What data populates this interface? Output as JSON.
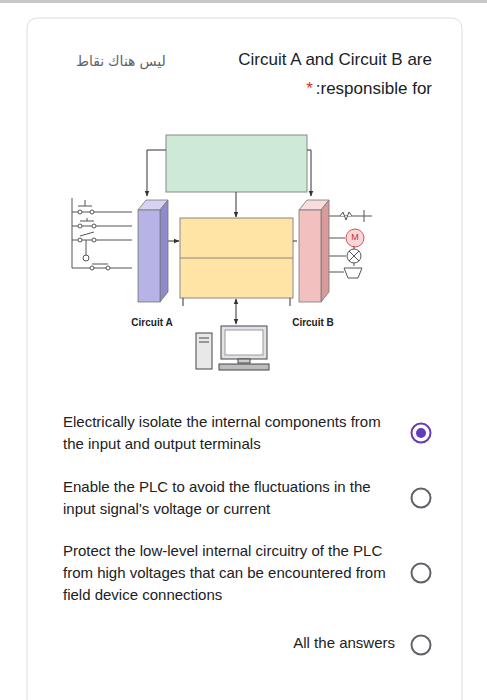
{
  "diagram": {
    "nodes": [
      {
        "text": [
          "Circuit A"
        ]
      },
      {
        "text": [
          "Circuit B"
        ]
      }
    ],
    "labels": [
      "ليس هناك نقاط",
      "Circuit A and Circuit B are",
      "*",
      ":responsible for",
      "M",
      "Electrically isolate the internal components from the input and output terminals",
      "Enable the PLC to avoid the fluctuations in the input signal's voltage or current",
      "Protect the low-level internal circuitry of the PLC from high voltages that can be encountered from field device connections",
      "All the answers"
    ]
  }
}
